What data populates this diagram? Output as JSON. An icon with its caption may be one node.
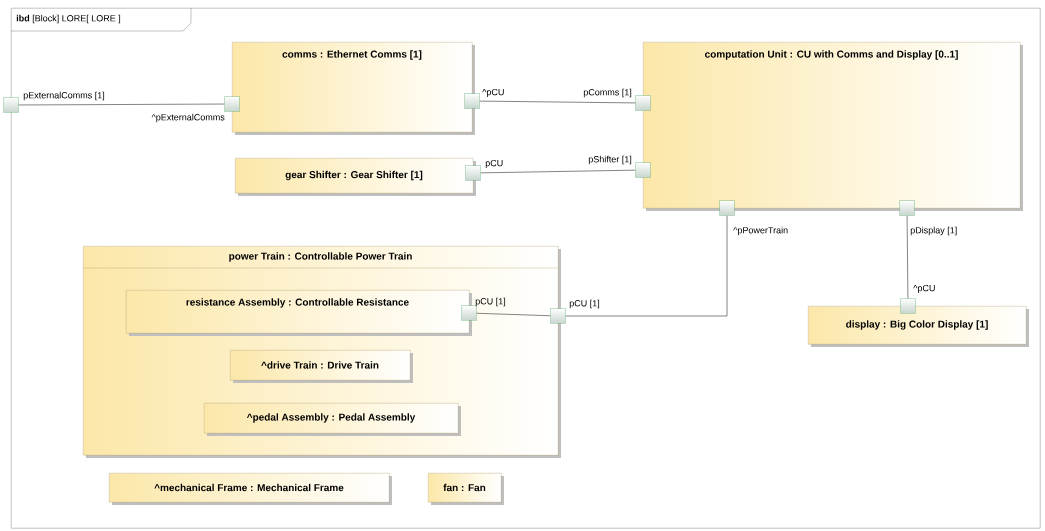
{
  "diagram": {
    "nodes": [
      {
        "text": [
          "**ibd** [Block] LORE[ LORE ]"
        ]
      },
      {
        "text": [],
        "shape": "box",
        "beside": [
          "pExternalComms [1]"
        ]
      },
      {
        "text": [
          "comms : Ethernet Comms [1]"
        ],
        "in": 0
      },
      {
        "text": [],
        "shape": "box",
        "beside": [
          "^pExternalComms"
        ],
        "in": 0
      },
      {
        "text": [],
        "shape": "box",
        "beside": [
          "^pCU"
        ],
        "in": 0
      },
      {
        "text": [
          "computation Unit : CU with Comms and Display [0..1]"
        ],
        "in": 0
      },
      {
        "text": [],
        "shape": "box",
        "beside": [
          "pComms [1]"
        ],
        "in": 0
      },
      {
        "text": [
          "gear Shifter : Gear Shifter [1]"
        ],
        "in": 0
      },
      {
        "text": [],
        "shape": "box",
        "beside": [
          "pCU"
        ],
        "in": 0
      },
      {
        "text": [],
        "shape": "box",
        "beside": [
          "pShifter [1]"
        ],
        "in": 0
      },
      {
        "text": [],
        "shape": "box",
        "beside": [
          "^pPowerTrain"
        ],
        "in": 0
      },
      {
        "text": [],
        "shape": "box",
        "beside": [
          "pDisplay [1]"
        ],
        "in": 0
      },
      {
        "text": [
          "power Train : Controllable Power Train"
        ],
        "in": 0
      },
      {
        "text": [
          "resistance Assembly : Controllable Resistance"
        ],
        "in": 12
      },
      {
        "text": [],
        "shape": "box",
        "beside": [
          "pCU [1]"
        ],
        "in": 12
      },
      {
        "text": [],
        "shape": "box",
        "beside": [
          "pCU [1]"
        ],
        "in": 0
      },
      {
        "text": [],
        "shape": "box",
        "beside": [
          "^pCU"
        ],
        "in": 0
      },
      {
        "text": [
          "display : Big Color Display [1]"
        ],
        "in": 0
      },
      {
        "text": [
          "^drive Train : Drive Train"
        ],
        "in": 12
      },
      {
        "text": [
          "^pedal Assembly : Pedal Assembly"
        ],
        "in": 12
      },
      {
        "text": [
          "^mechanical Frame : Mechanical Frame"
        ],
        "in": 0
      },
      {
        "text": [
          "fan : Fan"
        ],
        "in": 0
      }
    ],
    "edges": [
      {
        "from": 1,
        "to": 3,
        "arrow": "none"
      },
      {
        "from": 4,
        "to": 6,
        "arrow": "none"
      },
      {
        "from": 8,
        "to": 9,
        "arrow": "none"
      },
      {
        "from": 14,
        "to": 15,
        "arrow": "none"
      },
      {
        "from": 15,
        "to": 10,
        "arrow": "none"
      },
      {
        "from": 11,
        "to": 16,
        "arrow": "none"
      }
    ]
  }
}
